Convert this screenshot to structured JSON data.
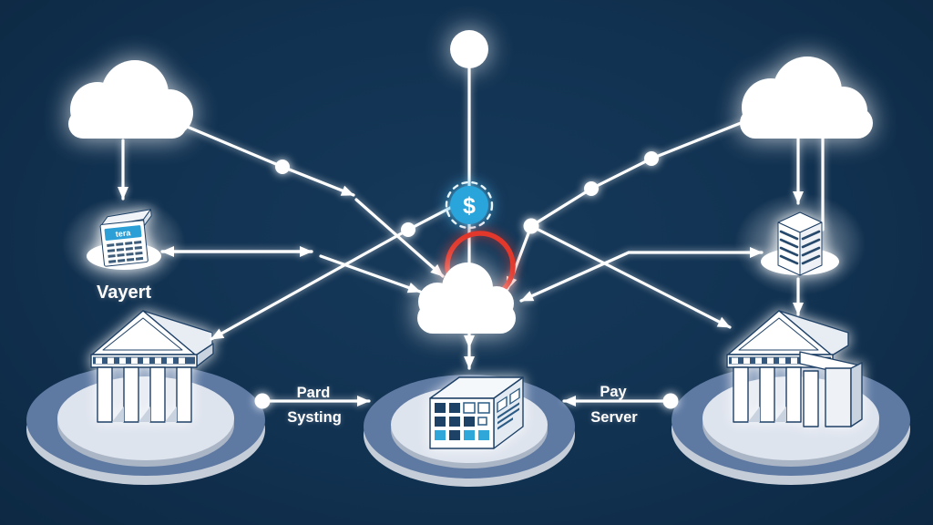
{
  "diagram": {
    "kind": "payment-network-illustration",
    "background": "#113150",
    "colors": {
      "line": "#ffffff",
      "badge_blue": "#29a5dc",
      "alert_ring_red": "#e2382c",
      "platform_outer": "#5e7aa3",
      "platform_rim": "#c5cdd9",
      "platform_inner": "#dee4ee",
      "icon_outline": "#1e4066",
      "icon_dark_square": "#1d4266",
      "icon_cyan_square": "#2fa7d9",
      "terminal_screen": "#2b9fd6"
    },
    "nodes": {
      "top_left_cloud": {
        "icon": "cloud-icon"
      },
      "top_circle": {
        "icon": "circle-node-icon"
      },
      "top_right_cloud": {
        "icon": "cloud-icon"
      },
      "payment_badge": {
        "icon": "dollar-badge-icon",
        "symbol": "$"
      },
      "terminal": {
        "icon": "pos-terminal-icon",
        "label": "Vayert",
        "screen_text": "tera"
      },
      "center_cloud": {
        "icon": "cloud-icon",
        "overlay": "alert-ring"
      },
      "server": {
        "icon": "server-tower-icon"
      },
      "left_bank": {
        "icon": "bank-building-icon"
      },
      "data_cube": {
        "icon": "data-cube-icon"
      },
      "right_bank": {
        "icon": "bank-building-icon"
      }
    },
    "links": {
      "left_platform_link": {
        "line1": "Pard",
        "line2": "Systing"
      },
      "right_platform_link": {
        "line1": "Pay",
        "line2": "Server"
      }
    }
  }
}
